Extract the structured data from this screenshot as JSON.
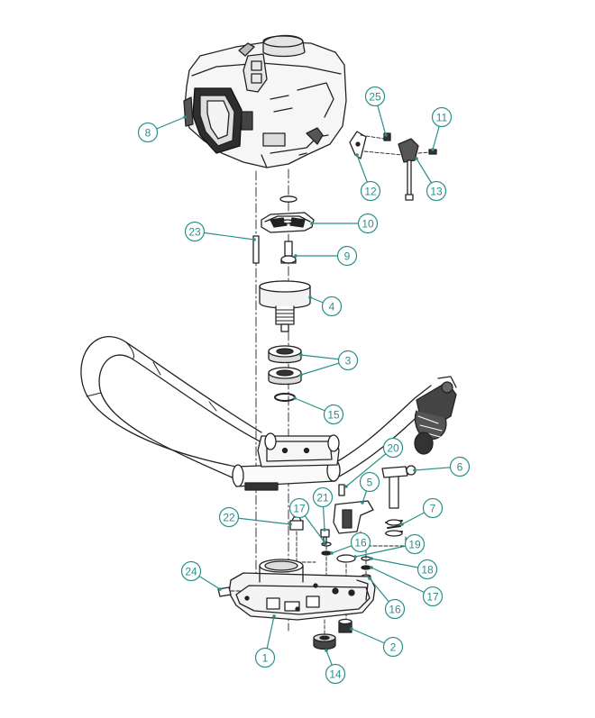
{
  "diagram": {
    "accent_color": "#2a8f8a",
    "line_color": "#222222",
    "callouts": [
      {
        "id": "c8",
        "label": "8"
      },
      {
        "id": "c25",
        "label": "25"
      },
      {
        "id": "c11",
        "label": "11"
      },
      {
        "id": "c12",
        "label": "12"
      },
      {
        "id": "c13",
        "label": "13"
      },
      {
        "id": "c10",
        "label": "10"
      },
      {
        "id": "c23",
        "label": "23"
      },
      {
        "id": "c9",
        "label": "9"
      },
      {
        "id": "c4",
        "label": "4"
      },
      {
        "id": "c3",
        "label": "3"
      },
      {
        "id": "c15",
        "label": "15"
      },
      {
        "id": "c20",
        "label": "20"
      },
      {
        "id": "c6",
        "label": "6"
      },
      {
        "id": "c5",
        "label": "5"
      },
      {
        "id": "c7",
        "label": "7"
      },
      {
        "id": "c22",
        "label": "22"
      },
      {
        "id": "c17a",
        "label": "17"
      },
      {
        "id": "c21",
        "label": "21"
      },
      {
        "id": "c16a",
        "label": "16"
      },
      {
        "id": "c19",
        "label": "19"
      },
      {
        "id": "c18",
        "label": "18"
      },
      {
        "id": "c17b",
        "label": "17"
      },
      {
        "id": "c16b",
        "label": "16"
      },
      {
        "id": "c24",
        "label": "24"
      },
      {
        "id": "c1",
        "label": "1"
      },
      {
        "id": "c2",
        "label": "2"
      },
      {
        "id": "c14",
        "label": "14"
      }
    ]
  }
}
